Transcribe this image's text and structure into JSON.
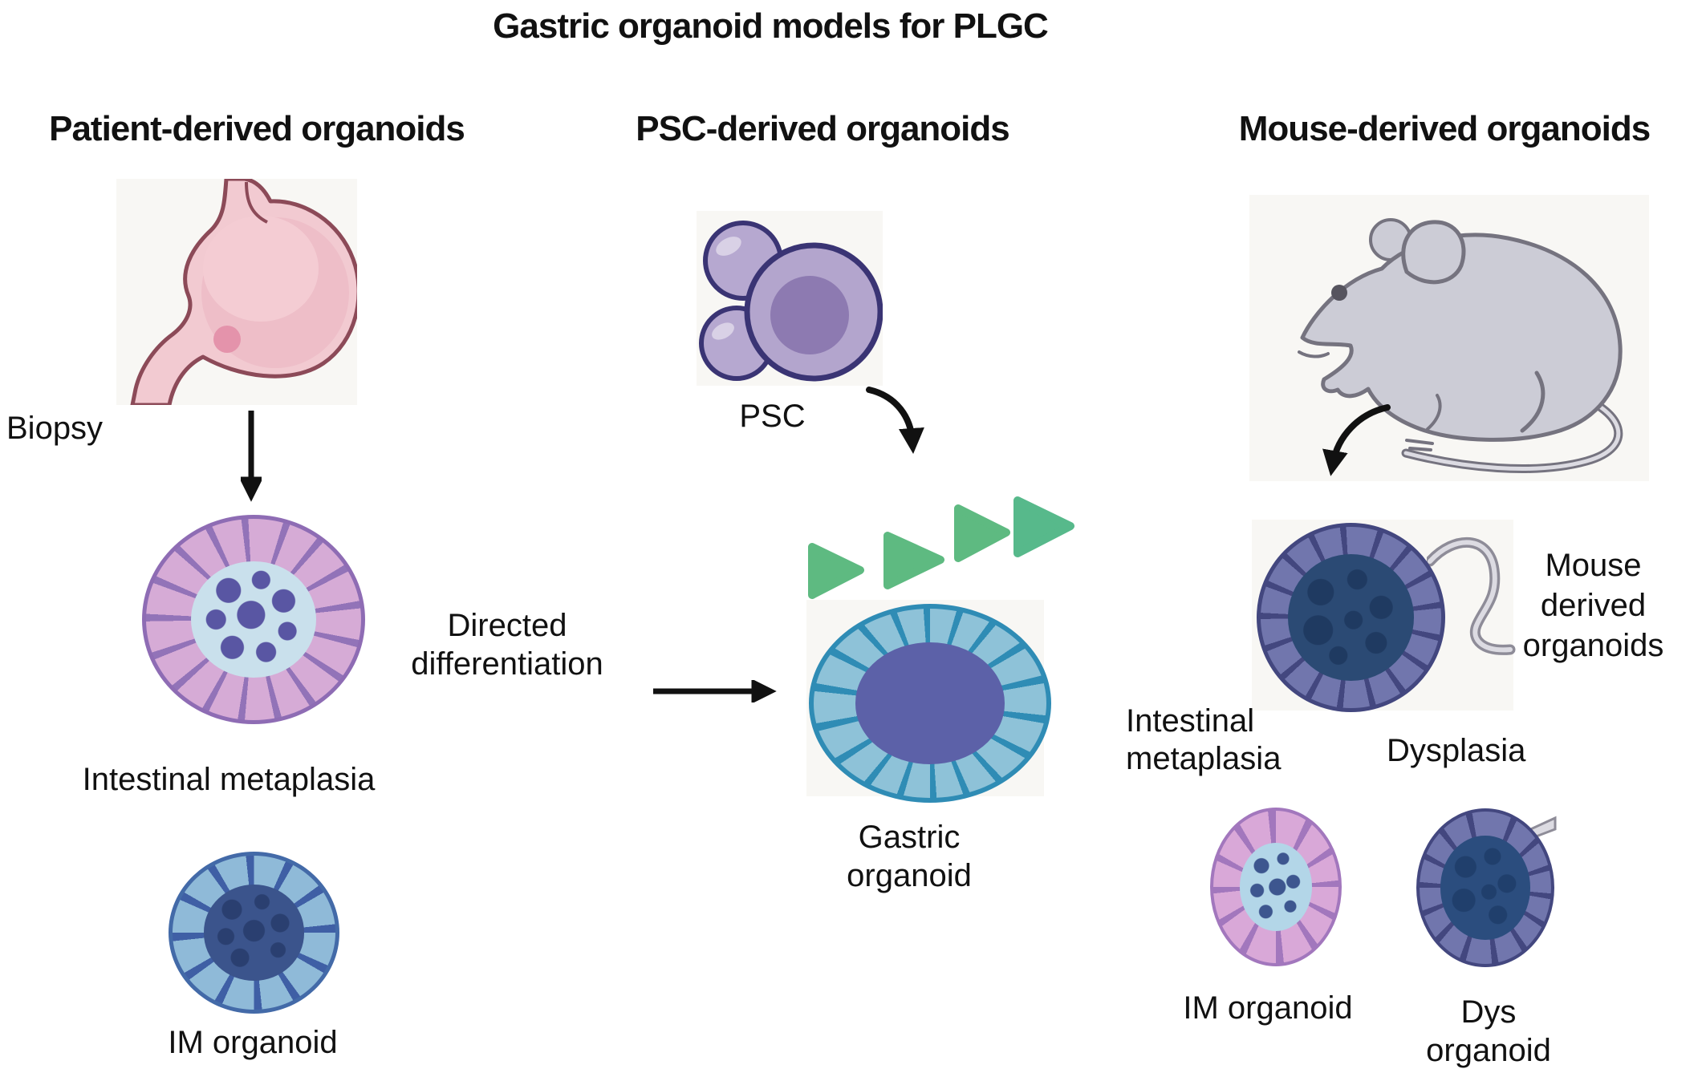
{
  "title": "Gastric organoid models for PLGC",
  "columns": {
    "patient": {
      "header": "Patient-derived organoids",
      "biopsy_label": "Biopsy",
      "intestinal_metaplasia_label": "Intestinal metaplasia",
      "im_organoid_label": "IM organoid"
    },
    "psc": {
      "header": "PSC-derived organoids",
      "psc_label": "PSC",
      "directed_differentiation_label": "Directed differentiation",
      "gastric_organoid_label": "Gastric organoid"
    },
    "mouse": {
      "header": "Mouse-derived organoids",
      "mouse_derived_organoids_label": "Mouse derived organoids",
      "intestinal_metaplasia_label": "Intestinal metaplasia",
      "dysplasia_label": "Dysplasia",
      "im_organoid_label": "IM organoid",
      "dys_organoid_label": "Dys organoid"
    }
  },
  "colors": {
    "background": "#ffffff",
    "text": "#111111",
    "arrow": "#111111",
    "stomach_fill": "#f2cad1",
    "stomach_shade": "#eebec8",
    "stomach_outline": "#8c4a58",
    "biopsy_spot": "#e493ab",
    "psc_cell": "#b3a5cd",
    "psc_nucleus": "#8d7ab1",
    "psc_outline": "#3a3474",
    "triangle_green": "#5eba81",
    "im_ring_pink": "#d6abd6",
    "im_ring_gap_purple": "#9273b8",
    "im_core_light_blue": "#c9e0ec",
    "im_core_spot_purple": "#5956a3",
    "blue_ring": "#8fbad8",
    "blue_core_navy": "#3b548c",
    "gastric_ring_blue": "#8ec2d8",
    "gastric_border_teal": "#2f8cb5",
    "gastric_core_slate": "#5c61a8",
    "mouse_gray": "#ccccd6",
    "mouse_outline": "#75737f",
    "slate_ring": "#7176ad",
    "slate_ring_gap": "#43477f",
    "navy_core": "#2b4a74",
    "tube_gray": "#8e8c98"
  }
}
